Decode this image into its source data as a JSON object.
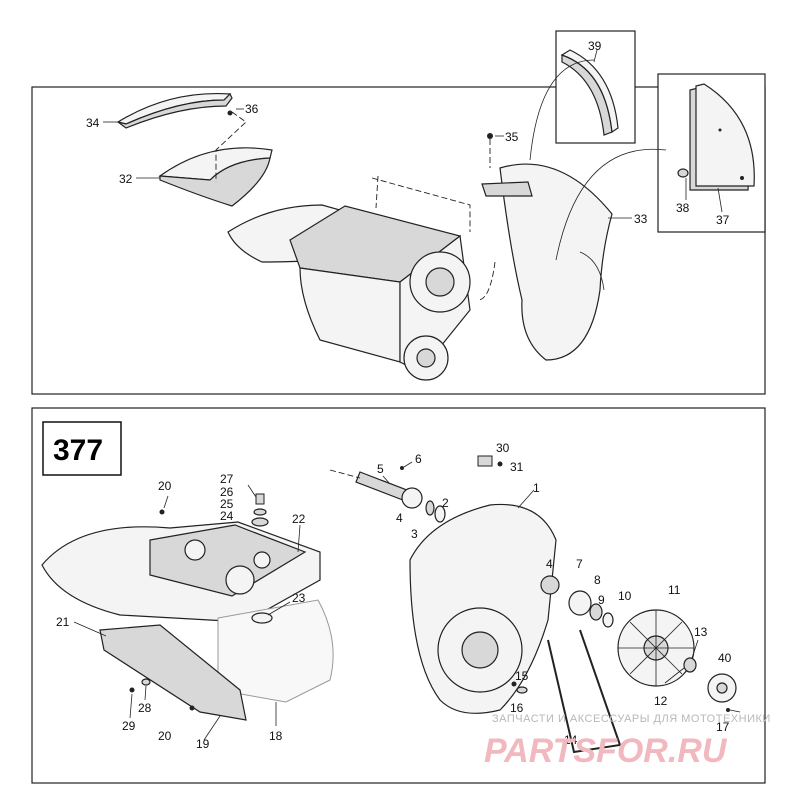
{
  "figure_number": "377",
  "callouts": {
    "c34": "34",
    "c36": "36",
    "c32": "32",
    "c35": "35",
    "c39": "39",
    "c33": "33",
    "c38": "38",
    "c37": "37",
    "c20a": "20",
    "c27": "27",
    "c26": "26",
    "c25": "25",
    "c24": "24",
    "c22": "22",
    "c23": "23",
    "c21": "21",
    "c29": "29",
    "c28": "28",
    "c20b": "20",
    "c19": "19",
    "c18": "18",
    "c5": "5",
    "c6": "6",
    "c30": "30",
    "c31": "31",
    "c2": "2",
    "c1": "1",
    "c4a": "4",
    "c3": "3",
    "c4b": "4",
    "c7": "7",
    "c8": "8",
    "c9": "9",
    "c10": "10",
    "c11": "11",
    "c13": "13",
    "c40": "40",
    "c12": "12",
    "c15": "15",
    "c16": "16",
    "c14": "14",
    "c17": "17"
  },
  "watermark": {
    "caption": "ЗАПЧАСТИ И АКСЕССУАРЫ ДЛЯ МОТОТЕХНИКИ",
    "logo": "PARTSFOR.RU"
  }
}
